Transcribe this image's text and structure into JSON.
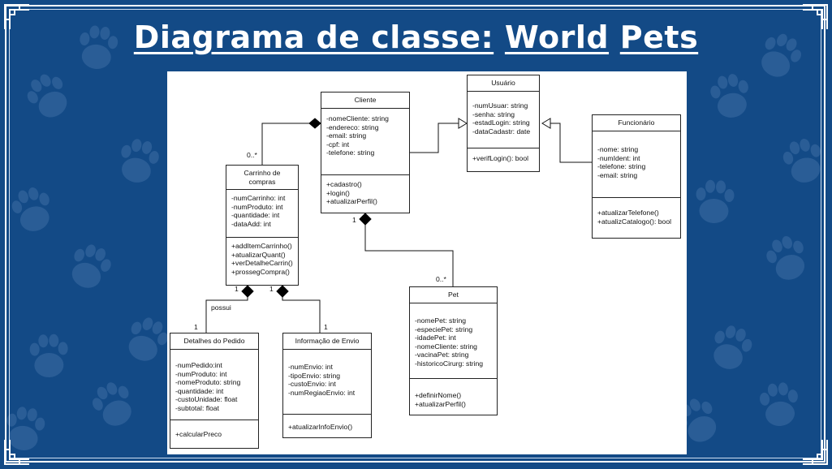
{
  "title": {
    "part1": "Diagrama de classe:",
    "part2": "World",
    "part3": "Pets"
  },
  "colors": {
    "background": "#134a86",
    "paw": "#2a5d96",
    "frame": "#ffffff",
    "canvas": "#ffffff"
  },
  "classes": {
    "cliente": {
      "name": "Cliente",
      "attributes": [
        "-nomeCliente: string",
        "-endereco: string",
        "-email: string",
        "-cpf: int",
        "-telefone: string"
      ],
      "operations": [
        "+cadastro()",
        "+login()",
        "+atualizarPerfil()"
      ]
    },
    "usuario": {
      "name": "Usuário",
      "attributes": [
        "-numUsuar: string",
        "-senha: string",
        "-estadLogin: string",
        "-dataCadastr: date"
      ],
      "operations": [
        "+verifLogin(): bool"
      ]
    },
    "funcionario": {
      "name": "Funcionário",
      "attributes": [
        "-nome: string",
        "-numIdent: int",
        "-telefone: string",
        "-email: string"
      ],
      "operations": [
        "+atualizarTelefone()",
        "+atualizCatalogo(): bool"
      ]
    },
    "carrinho": {
      "name_line1": "Carrinho de",
      "name_line2": "compras",
      "attributes": [
        "-numCarrinho: int",
        "-numProduto: int",
        "-quantidade: int",
        "-dataAdd: int"
      ],
      "operations": [
        "+addItemCarrinho()",
        "+atualizarQuant()",
        "+verDetalheCarrin()",
        "+prossegCompra()"
      ]
    },
    "pet": {
      "name": "Pet",
      "attributes": [
        "-nomePet: string",
        "-especiePet: string",
        "-idadePet: int",
        "-nomeCliente: string",
        "-vacinaPet: string",
        "-historicoCirurg: string"
      ],
      "operations": [
        "+definirNome()",
        "+atualizarPerfil()"
      ]
    },
    "detalhes": {
      "name": "Detalhes do Pedido",
      "attributes": [
        "-numPedido:int",
        "-numProduto: int",
        "-nomeProduto: string",
        "-quantidade: int",
        "-custoUnidade: float",
        "-subtotal: float"
      ],
      "operations": [
        "+calcularPreco"
      ]
    },
    "envio": {
      "name": "Informação de Envio",
      "attributes": [
        "-numEnvio: int",
        "-tipoEnvio: string",
        "-custoEnvio: int",
        "-numRegiaoEnvio: int"
      ],
      "operations": [
        "+atualizarInfoEnvio()"
      ]
    }
  },
  "multiplicities": {
    "cliente_carrinho_many": "0..*",
    "cliente_pet_one": "1",
    "cliente_pet_many": "0..*",
    "carrinho_detalhes_one_top": "1",
    "carrinho_envio_one_top": "1",
    "detalhes_one": "1",
    "envio_one": "1",
    "possui": "possui"
  }
}
